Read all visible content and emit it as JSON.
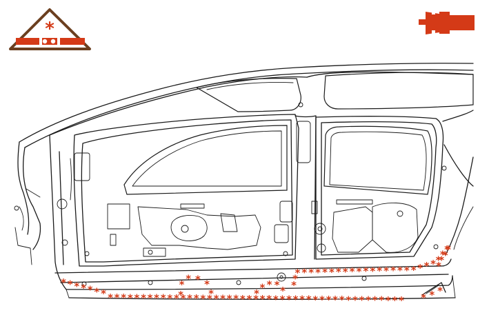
{
  "legend": {
    "seam_symbol": "*",
    "colors": {
      "accent": "#d43a17",
      "frame": "#6b3f1f",
      "line": "#1a1a1a"
    }
  },
  "icons": [
    "seam-sealer-warning-icon",
    "sealer-gun-nozzle-icon"
  ],
  "seam": {
    "glyph": "*",
    "runs": [
      {
        "name": "rocker-lower",
        "count": 45
      },
      {
        "name": "rocker-front-end",
        "count": 7
      },
      {
        "name": "rocker-front-loop",
        "count": 6
      },
      {
        "name": "rocker-center-hump",
        "count": 5
      },
      {
        "name": "rocker-upper-rear",
        "count": 26
      },
      {
        "name": "rear-wheel-arch",
        "count": 4
      },
      {
        "name": "rear-lower-corner",
        "count": 3
      }
    ]
  }
}
